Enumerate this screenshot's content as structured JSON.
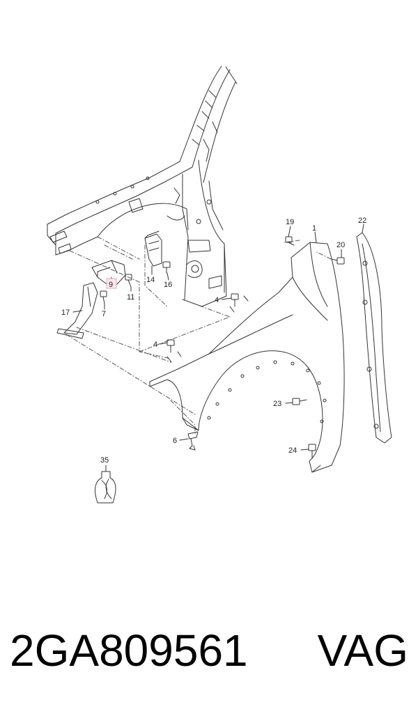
{
  "diagram": {
    "callouts": [
      {
        "id": "c1",
        "text": "1"
      },
      {
        "id": "c4a",
        "text": "4"
      },
      {
        "id": "c4b",
        "text": "4"
      },
      {
        "id": "c6",
        "text": "6"
      },
      {
        "id": "c7",
        "text": "7"
      },
      {
        "id": "c9",
        "text": "9",
        "highlighted": true
      },
      {
        "id": "c11",
        "text": "11"
      },
      {
        "id": "c14",
        "text": "14"
      },
      {
        "id": "c16",
        "text": "16"
      },
      {
        "id": "c17",
        "text": "17"
      },
      {
        "id": "c19",
        "text": "19"
      },
      {
        "id": "c20",
        "text": "20"
      },
      {
        "id": "c22",
        "text": "22"
      },
      {
        "id": "c23",
        "text": "23"
      },
      {
        "id": "c24",
        "text": "24"
      },
      {
        "id": "c35",
        "text": "35"
      }
    ],
    "highlight_color": "#e7a4b8"
  },
  "footer": {
    "part_number": "2GA809561",
    "brand": "VAG"
  }
}
